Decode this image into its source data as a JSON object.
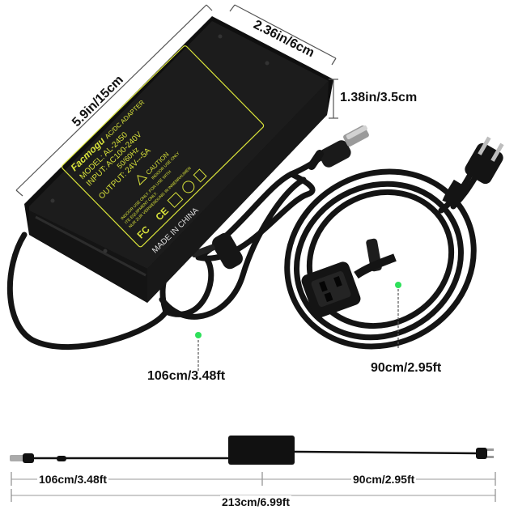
{
  "dimensions": {
    "width": "2.36in/6cm",
    "length": "5.9in/15cm",
    "height": "1.38in/3.5cm",
    "dc_cable": "106cm/3.48ft",
    "ac_cable": "90cm/2.95ft",
    "bottom_dc": "106cm/3.48ft",
    "bottom_ac": "90cm/2.95ft",
    "total": "213cm/6.99ft"
  },
  "label": {
    "brand": "Facmogu",
    "brand_suffix": "AC/DC ADAPTER",
    "model": "MODEL: AL-2450",
    "input": "INPUT: AC100-240V",
    "freq": "50/60Hz",
    "output": "OUTPUT: 24V---5A",
    "caution": "CAUTION",
    "caution_sub": "INDOOR USE ONLY",
    "warn1": "INDOOR USE ONLY. FOR USE WITH",
    "warn2": "ITE EQUIPMENT ONLY.",
    "warn3": "NUR ZUR VERWENDUNG IN INNENRAUMEN",
    "made_in": "MADE IN CHINA",
    "fc": "FC",
    "ce": "CE"
  },
  "colors": {
    "adapter_body": "#1c1c1c",
    "label_accent": "#d8e23a",
    "cable": "#141414",
    "marker": "#2ee05a",
    "leader": "#555555"
  }
}
